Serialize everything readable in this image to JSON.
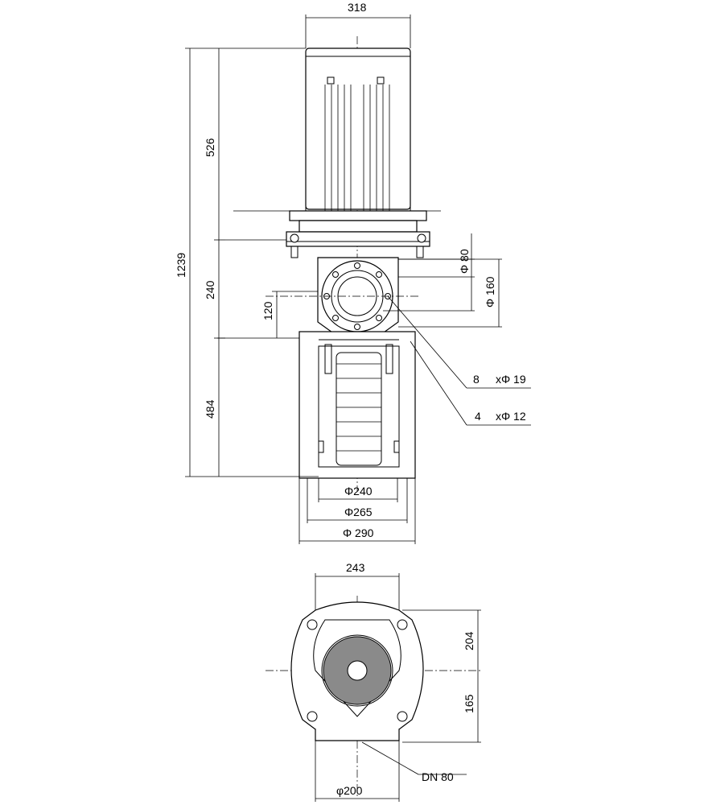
{
  "dimensions": {
    "motor_width": "318",
    "total_height": "1239",
    "motor_height": "526",
    "mid_height": "240",
    "port_offset": "120",
    "lower_height": "484",
    "phi_port": "Φ 80",
    "phi_flange": "Φ 160",
    "bolt_holes_count": "8",
    "bolt_holes_size": "xΦ 19",
    "base_holes_count": "4",
    "base_holes_size": "xΦ 12",
    "phi_240": "Φ240",
    "phi_265": "Φ265",
    "phi_290": "Φ 290",
    "plan_width": "243",
    "plan_upper": "204",
    "plan_lower": "165",
    "dn": "DN 80",
    "phi_200": "φ200"
  }
}
